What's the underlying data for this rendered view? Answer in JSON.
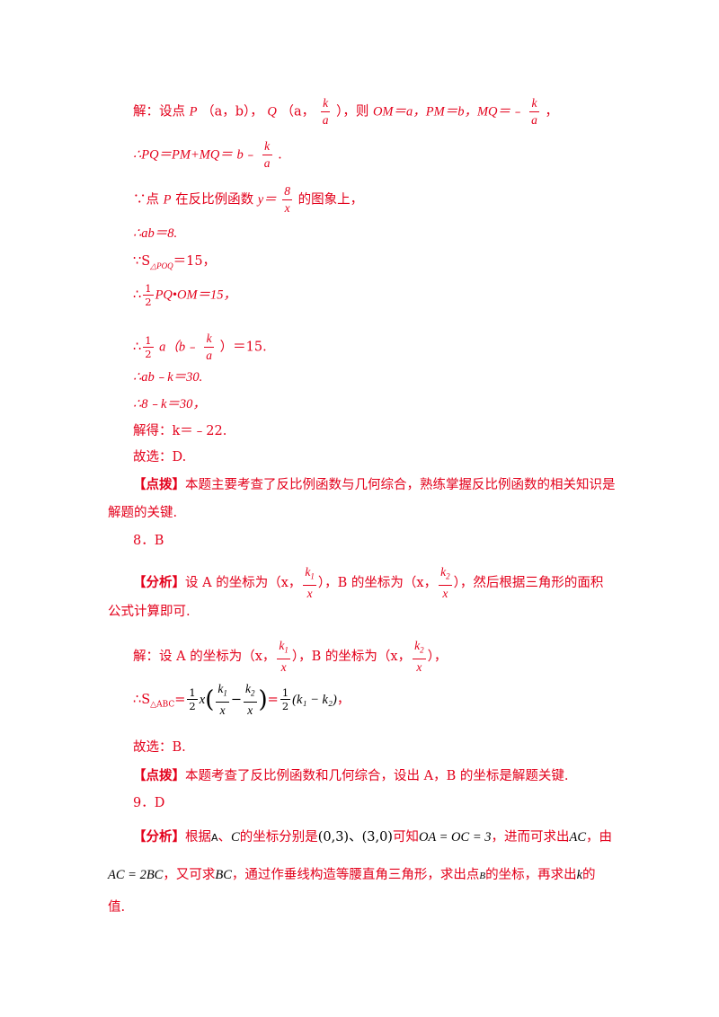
{
  "lines": {
    "l1_a": "解：设点",
    "l1_P": "P",
    "l1_b": "（a，b），",
    "l1_Q": "Q",
    "l1_c": "（a，",
    "l1_k": "k",
    "l1_a2": "a",
    "l1_d": "），则",
    "l1_e": "OM＝a，PM＝b，MQ＝﹣",
    "l1_k2": "k",
    "l1_a3": "a",
    "l1_f": "，",
    "l2_a": "∴PQ＝PM+MQ＝",
    "l2_b": "b﹣",
    "l2_k": "k",
    "l2_a2": "a",
    "l2_c": ".",
    "l3_a": "∵点",
    "l3_P": "P",
    "l3_b": "在反比例函数",
    "l3_y": "y＝",
    "l3_8": "8",
    "l3_x": "x",
    "l3_c": "的图象上，",
    "l4": "∴ab＝8.",
    "l5_a": "∵S",
    "l5_sub": "△POQ",
    "l5_b": "＝15，",
    "l6_pre": "∴",
    "l6_1": "1",
    "l6_2": "2",
    "l6_a": "PQ•OM＝15，",
    "l7_a": "∴",
    "l7_1": "1",
    "l7_2": "2",
    "l7_b": "a（b﹣",
    "l7_k": "k",
    "l7_a2": "a",
    "l7_c": "）＝15.",
    "l8": "∴ab﹣k＝30.",
    "l9": "∴8﹣k＝30，",
    "l10": "解得：k＝﹣22.",
    "l11": "故选：D.",
    "tip1_tag": "【点拨】",
    "tip1_text": "本题主要考查了反比例函数与几何综合，熟练掌握反比例函数的相关知识是",
    "tip1_cont": "解题的关键.",
    "q8": "8．B",
    "an8_tag": "【分析】",
    "an8_a": "设 A 的坐标为（x，",
    "an8_k1": "k",
    "an8_k1s": "1",
    "an8_x1": "x",
    "an8_b": "），B 的坐标为（x，",
    "an8_k2": "k",
    "an8_k2s": "2",
    "an8_x2": "x",
    "an8_c": "），然后根据三角形的面积",
    "an8_cont": "公式计算即可.",
    "s8_a": "解：设 A 的坐标为（x，",
    "s8_k1": "k",
    "s8_k1s": "1",
    "s8_x1": "x",
    "s8_b": "），B 的坐标为（x，",
    "s8_k2": "k",
    "s8_k2s": "2",
    "s8_x2": "x",
    "s8_c": "），",
    "s8e_a": "∴S",
    "s8e_sub": "△ABC",
    "s8e_eq": "=",
    "s8e_1": "1",
    "s8e_2": "2",
    "s8e_x": "x",
    "s8e_k1": "k",
    "s8e_k1s": "1",
    "s8e_xa": "x",
    "s8e_minus": "−",
    "s8e_k2": "k",
    "s8e_k2s": "2",
    "s8e_xb": "x",
    "s8e_eq2": "=",
    "s8e_h1": "1",
    "s8e_h2": "2",
    "s8e_inner": "k₁ − k₂",
    "s8e_end": "，",
    "c8": "故选：B.",
    "tip8_tag": "【点拨】",
    "tip8_text": "本题考查了反比例函数和几何综合，设出 A，B 的坐标是解题关键.",
    "q9": "9．D",
    "an9_tag": "【分析】",
    "an9_a": "根据",
    "an9_A": "A",
    "an9_sep": "、",
    "an9_C": "C",
    "an9_b": "的坐标分别是",
    "an9_coords": "(0,3)、(3,0)",
    "an9_c": "可知",
    "an9_eq": "OA = OC = 3",
    "an9_d": "，进而可求出",
    "an9_AC": "AC",
    "an9_e": "，由",
    "an9l2_eq": "AC = 2BC",
    "an9l2_a": "，又可求",
    "an9l2_BC": "BC",
    "an9l2_b": "，通过作垂线构造等腰直角三角形，求出点",
    "an9l2_B": "B",
    "an9l2_c": "的坐标，再求出",
    "an9l2_k": "k",
    "an9l2_d": "的",
    "an9l3": "值."
  }
}
